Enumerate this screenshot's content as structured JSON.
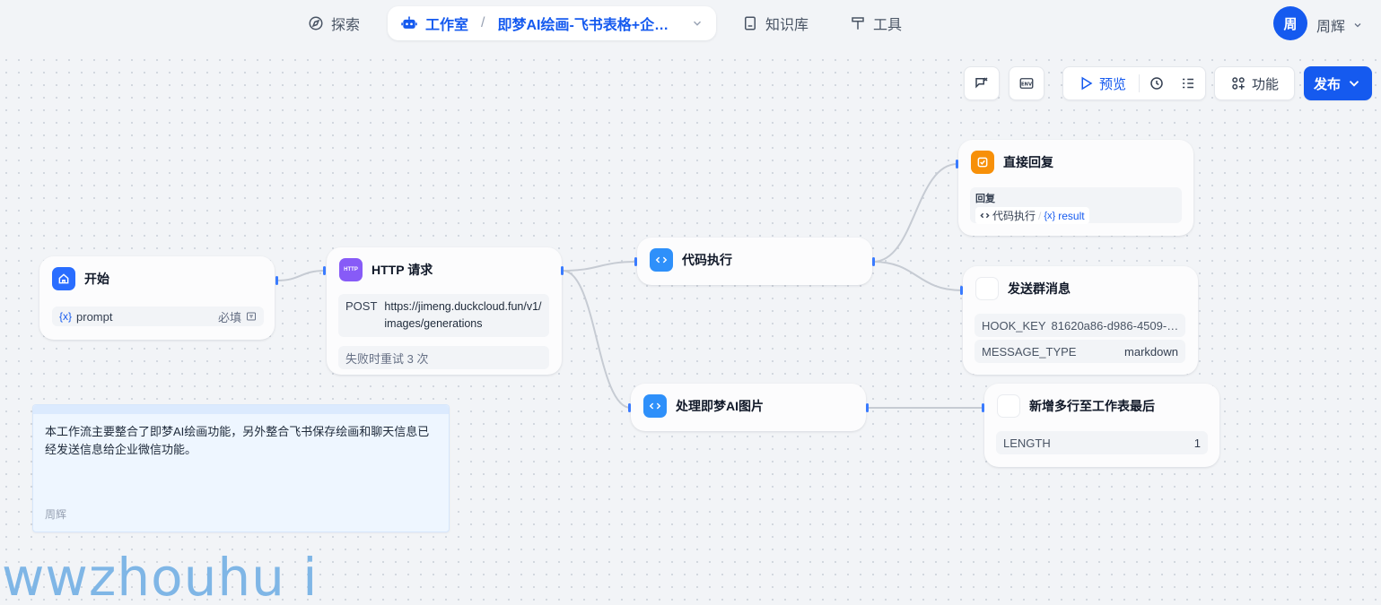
{
  "nav": {
    "explore": "探索",
    "studio": "工作室",
    "app_name": "即梦AI绘画-飞书表格+企…",
    "knowledge": "知识库",
    "tools": "工具",
    "avatar_char": "周",
    "user": "周辉"
  },
  "toolbar": {
    "preview": "预览",
    "features": "功能",
    "publish": "发布"
  },
  "nodes": {
    "start": {
      "title": "开始",
      "var_icon": "{x}",
      "var": "prompt",
      "required": "必填"
    },
    "http": {
      "icon_text": "HTTP",
      "title": "HTTP 请求",
      "method": "POST",
      "url": "https://jimeng.duckcloud.fun/v1/images/generations",
      "retry": "失败时重试 3 次"
    },
    "code": {
      "title": "代码执行"
    },
    "process": {
      "title": "处理即梦AI图片"
    },
    "reply": {
      "title": "直接回复",
      "label": "回复",
      "src": "代码执行",
      "slash": "/",
      "var_icon": "{x}",
      "var": "result"
    },
    "send": {
      "title": "发送群消息",
      "key1": "HOOK_KEY",
      "val1": "81620a86-d986-4509-…",
      "key2": "MESSAGE_TYPE",
      "val2": "markdown"
    },
    "append": {
      "title": "新增多行至工作表最后",
      "key": "LENGTH",
      "val": "1"
    }
  },
  "note": {
    "text": "本工作流主要整合了即梦AI绘画功能，另外整合飞书保存绘画和聊天信息已经发送信息给企业微信功能。",
    "author": "周辉"
  },
  "watermark": "wwzhouhu i",
  "colors": {
    "accent": "#155aef",
    "start_icon": "#296dff",
    "http_icon": "#875bf7",
    "code_icon": "#2e90fa",
    "reply_icon": "#f79009"
  }
}
